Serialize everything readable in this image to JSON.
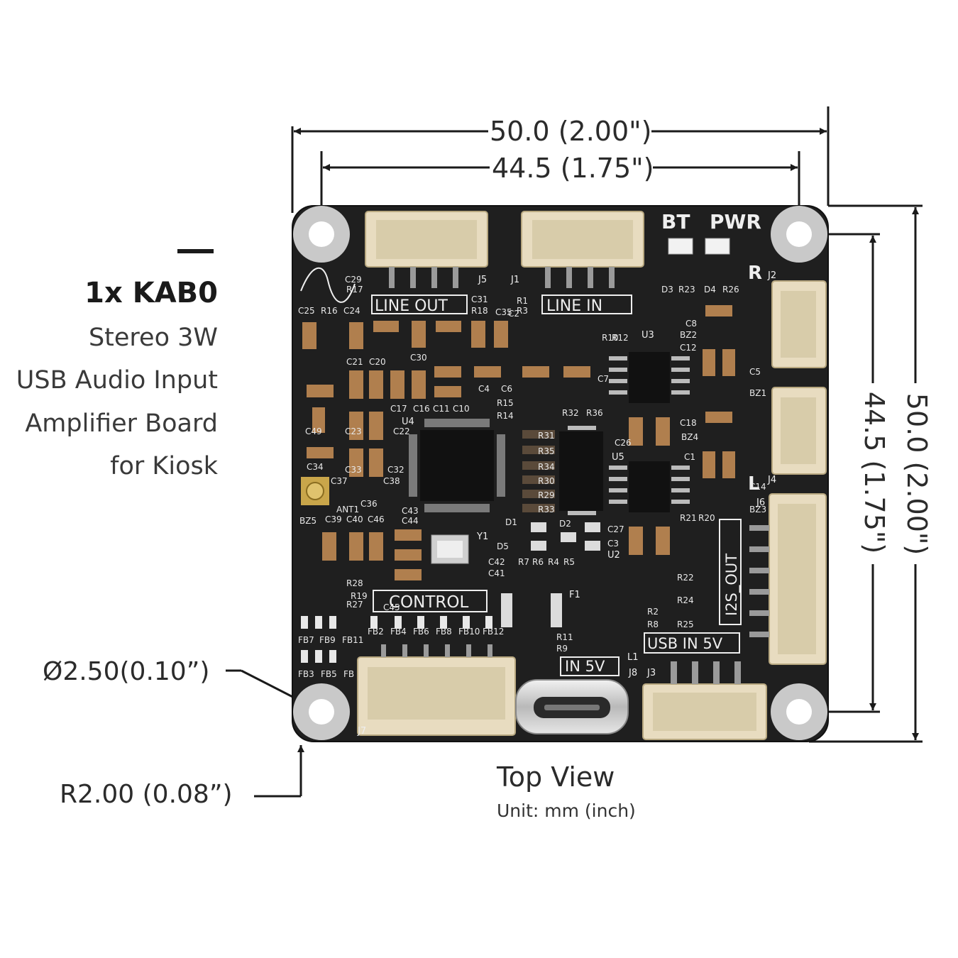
{
  "product": {
    "title": "1x KAB0",
    "description_lines": [
      "Stereo 3W",
      "USB Audio Input",
      "Amplifier Board",
      "for Kiosk"
    ]
  },
  "dimensions": {
    "top_outer": "50.0 (2.00\")",
    "top_inner": "44.5 (1.75\")",
    "right_outer": "50.0 (2.00\")",
    "right_inner": "44.5 (1.75\")",
    "hole_diameter": "Ø2.50(0.10”)",
    "corner_radius": "R2.00 (0.08”)"
  },
  "view": {
    "title": "Top View",
    "unit": "Unit: mm (inch)"
  },
  "board_silkscreen": {
    "line_out": "LINE  OUT",
    "line_in": "LINE  IN",
    "control": "CONTROL",
    "usb_in": "USB IN 5V",
    "in_5v": "IN 5V",
    "i2s_out": "I2S_OUT",
    "bt": "BT",
    "pwr": "PWR",
    "right_channel": "R",
    "left_channel": "L",
    "connectors": [
      "J1",
      "J2",
      "J3",
      "J4",
      "J5",
      "J6",
      "J7",
      "J8"
    ],
    "chips": [
      "U2",
      "U3",
      "U4",
      "U5",
      "Y1",
      "F1",
      "L1"
    ],
    "small_labels": [
      "C29",
      "R17",
      "C25",
      "R16",
      "C24",
      "C21",
      "C20",
      "C30",
      "C31",
      "R18",
      "C35",
      "C2",
      "R1",
      "R3",
      "R10",
      "R12",
      "C8",
      "BZ2",
      "C12",
      "C7",
      "C4",
      "C6",
      "R15",
      "R14",
      "R32",
      "R36",
      "C17",
      "C16",
      "C11",
      "C10",
      "C49",
      "C23",
      "C22",
      "C34",
      "C33",
      "C32",
      "C37",
      "C38",
      "C36",
      "ANT1",
      "BZ5",
      "C39",
      "C40",
      "C46",
      "C43",
      "C44",
      "R31",
      "R35",
      "R34",
      "R30",
      "R29",
      "R33",
      "C26",
      "C18",
      "BZ4",
      "C1",
      "C14",
      "BZ3",
      "BZ1",
      "C5",
      "R21",
      "R20",
      "C27",
      "C3",
      "D1",
      "D2",
      "D3",
      "D4",
      "D5",
      "R23",
      "R26",
      "R7",
      "R6",
      "R4",
      "R5",
      "C41",
      "C42",
      "R28",
      "R27",
      "R19",
      "C45",
      "R22",
      "R24",
      "R25",
      "R2",
      "R8",
      "R11",
      "R9",
      "FB2",
      "FB4",
      "FB6",
      "FB8",
      "FB10",
      "FB12",
      "FB7",
      "FB9",
      "FB11",
      "FB3",
      "FB5",
      "FB"
    ]
  }
}
